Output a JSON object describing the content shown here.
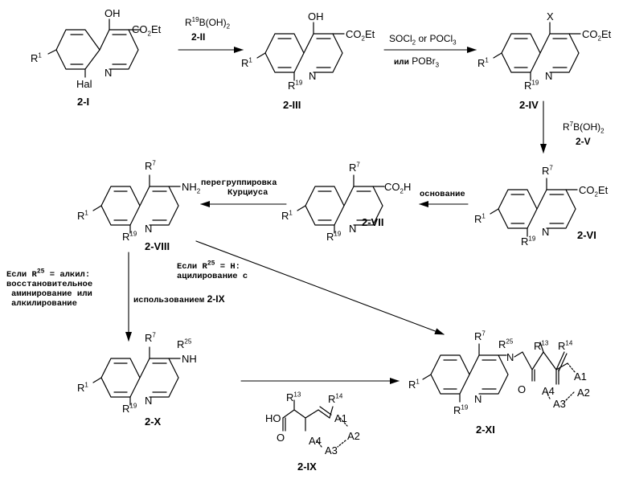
{
  "compounds": {
    "c2I": "2-I",
    "c2III": "2-III",
    "c2IV": "2-IV",
    "c2VI": "2-VI",
    "c2VII": "2-VII",
    "c2VIII": "2-VIII",
    "c2X": "2-X",
    "c2XI": "2-XI",
    "c2IX": "2-IX"
  },
  "atoms": {
    "OH": "OH",
    "CO2Et_main": "CO",
    "CO2Et_sub": "2",
    "CO2Et_end": "Et",
    "CO2H_main": "CO",
    "CO2H_sub": "2",
    "CO2H_end": "H",
    "R": "R",
    "sup1": "1",
    "sup7": "7",
    "sup19": "19",
    "sup13": "13",
    "sup14": "14",
    "sup25": "25",
    "Hal": "Hal",
    "N": "N",
    "X": "X",
    "NH2_main": "NH",
    "NH2_sub": "2",
    "NH": "NH",
    "O": "O",
    "HO": "HO",
    "A1": "A1",
    "A2": "A2",
    "A3": "A3",
    "A4": "A4"
  },
  "conditions": {
    "boronic19_pre": "R",
    "boronic19_sup": "19",
    "boronic19_post": "B(OH)",
    "boronic19_sub": "2",
    "reagent2II": "2-II",
    "socl2_a": "SOCl",
    "socl2_sub": "2",
    "socl2_b": " or POCl",
    "socl2_sub2": "3",
    "pobr3_pre": "или",
    "pobr3_main": " POBr",
    "pobr3_sub": "3",
    "boronic7_pre": "R",
    "boronic7_sup": "7",
    "boronic7_post": "B(OH)",
    "boronic7_sub": "2",
    "reagent2V": "2-V",
    "base": "основание",
    "curtius1": "перегруппировка",
    "curtius2": "Курциуса",
    "alkyl_pre": "Если R",
    "alkyl_sup": "25",
    "alkyl_post": " = алкил:",
    "alkyl2": "восстановительное",
    "alkyl3": "аминирование или",
    "alkyl4": "алкилирование",
    "acyl_pre": "Если R",
    "acyl_sup": "25",
    "acyl_post": " = H:",
    "acyl2": "ацилирование с",
    "acyl3": "использованием",
    "acyl3_cmp": "2-IX"
  }
}
